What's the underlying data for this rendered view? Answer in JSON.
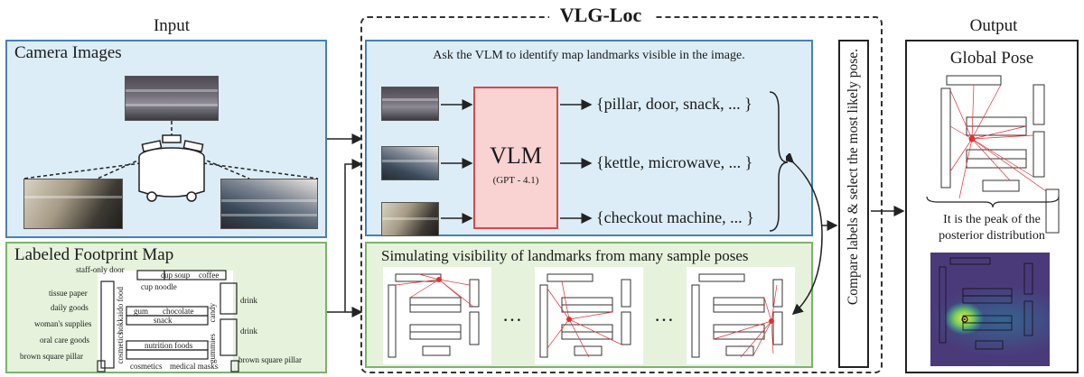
{
  "headers": {
    "input": "Input",
    "method": "VLG-Loc",
    "output": "Output"
  },
  "camera_panel": {
    "title": "Camera Images"
  },
  "map_panel": {
    "title": "Labeled Footprint Map",
    "labels": {
      "staff_only_door": "staff-only door",
      "cup_soup": "cup soup",
      "coffee": "coffee",
      "cup_noodle": "cup noodle",
      "tissue_paper": "tissue paper",
      "daily_goods": "daily goods",
      "womans_supplies": "woman's supplies",
      "oral_care": "oral care goods",
      "brown_pillar_left": "brown square pillar",
      "hokkaido_food": "hokkaido food",
      "gum": "gum",
      "chocolate": "chocolate",
      "snack": "snack",
      "candy": "candy",
      "cosmetics_v": "cosmetics",
      "nutrition_foods": "nutrition foods",
      "gummies": "gummies",
      "cosmetics": "cosmetics",
      "medical_masks": "medical masks",
      "drink_top": "drink",
      "drink_bottom": "drink",
      "brown_pillar_right": "brown square pillar"
    }
  },
  "vlm_panel": {
    "instruction": "Ask the VLM to identify map landmarks visible in the image.",
    "vlm_label": "VLM",
    "vlm_model": "(GPT - 4.1)",
    "outputs": [
      "{pillar, door, snack, ... }",
      "{kettle, microwave, ... }",
      "{checkout machine, ... }"
    ]
  },
  "sim_panel": {
    "title": "Simulating visibility of landmarks from many sample poses",
    "ellipsis_1": "…",
    "ellipsis_2": "…"
  },
  "compare_text": "Compare labels & select the most likely pose.",
  "output_panel": {
    "title": "Global Pose",
    "caption_line1": "It is the peak of the",
    "caption_line2": "posterior distribution"
  },
  "colors": {
    "blue_fill": "#dcedf7",
    "blue_border": "#4a7fb5",
    "green_fill": "#e6f2dc",
    "green_border": "#7ab46a",
    "vlm_fill": "#f9d2d2",
    "vlm_border": "#d24b4b",
    "ray": "#e23030",
    "heatmap_base": "#4b3a7a"
  }
}
